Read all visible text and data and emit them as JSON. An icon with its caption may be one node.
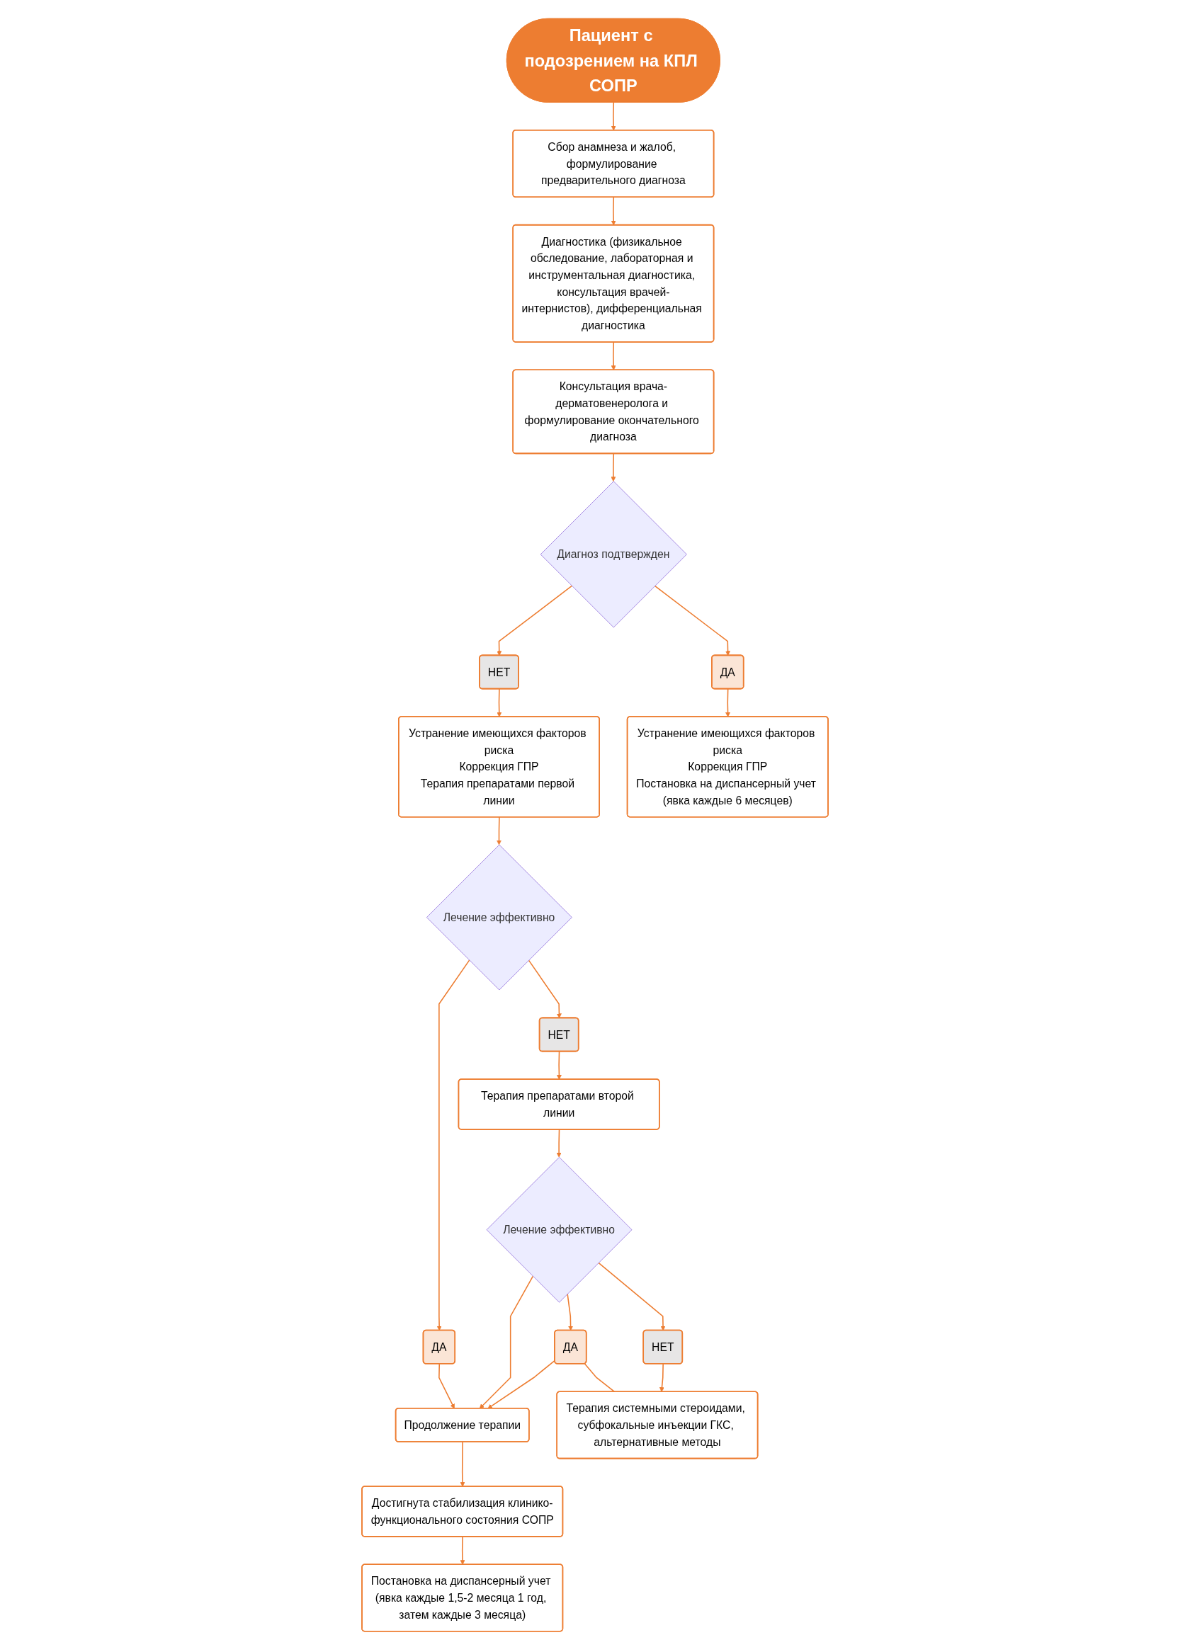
{
  "diagram": {
    "nodes": [
      {
        "text": [
          "Пациент с подозрением на КПЛ СОПР"
        ]
      },
      {
        "text": [
          "Сбор анамнеза и жалоб, формулирование предварительного диагноза"
        ]
      },
      {
        "text": [
          "Диагностика (физикальное обследование, лабораторная и инструментальная диагностика, консультация врачей-интернистов), дифференциальная диагностика"
        ]
      },
      {
        "text": [
          "Консультация врача-дерматовенеролога и формулирование окончательного диагноза"
        ]
      },
      {
        "text": [
          "Диагноз подтвержден"
        ]
      },
      {
        "text": [
          "НЕТ"
        ]
      },
      {
        "text": [
          "ДА"
        ]
      },
      {
        "text": [
          "Устранение имеющихся факторов риска",
          "Коррекция ГПР",
          "Терапия препаратами первой линии"
        ]
      },
      {
        "text": [
          "Устранение имеющихся факторов риска",
          "Коррекция ГПР",
          "Постановка на диспансерный учет (явка каждые 6 месяцев)"
        ]
      },
      {
        "text": [
          "Лечение эффективно"
        ]
      },
      {
        "text": [
          "ДА"
        ]
      },
      {
        "text": [
          "НЕТ"
        ]
      },
      {
        "text": [
          "Продолжение терапии"
        ]
      },
      {
        "text": [
          "Достигнута стабилизация клинико-функционального состояния СОПР"
        ]
      },
      {
        "text": [
          "Терапия препаратами второй линии"
        ]
      },
      {
        "text": [
          "Лечение эффективно"
        ]
      },
      {
        "text": [
          "ДА"
        ]
      },
      {
        "text": [
          "Постановка на диспансерный учет (явка каждые 1,5-2 месяца 1 год, затем каждые 3 месяца)"
        ]
      },
      {
        "text": [
          "НЕТ"
        ]
      },
      {
        "text": [
          "Терапия системными стероидами, субфокальные инъекции ГКС, альтернативные методы"
        ]
      }
    ],
    "edges": [
      {
        "from": 0,
        "to": 1,
        "arrow": "to"
      },
      {
        "from": 1,
        "to": 2,
        "arrow": "to"
      },
      {
        "from": 2,
        "to": 3,
        "arrow": "to"
      },
      {
        "from": 3,
        "to": 4,
        "arrow": "to"
      },
      {
        "from": 4,
        "to": 5,
        "arrow": "to"
      },
      {
        "from": 4,
        "to": 6,
        "arrow": "to"
      },
      {
        "from": 5,
        "to": 7,
        "arrow": "to"
      },
      {
        "from": 6,
        "to": 8,
        "arrow": "to"
      },
      {
        "from": 7,
        "to": 9,
        "arrow": "to"
      },
      {
        "from": 9,
        "to": 10,
        "arrow": "to"
      },
      {
        "from": 9,
        "to": 11,
        "arrow": "to"
      },
      {
        "from": 10,
        "to": 12,
        "arrow": "to"
      },
      {
        "from": 12,
        "to": 13,
        "arrow": "to"
      },
      {
        "from": 13,
        "to": 17,
        "arrow": "to"
      },
      {
        "from": 11,
        "to": 14,
        "arrow": "to"
      },
      {
        "from": 14,
        "to": 15,
        "arrow": "to"
      },
      {
        "from": 15,
        "to": 16,
        "arrow": "to"
      },
      {
        "from": 15,
        "to": 12,
        "arrow": "to"
      },
      {
        "from": 16,
        "to": 12,
        "arrow": "to"
      },
      {
        "from": 16,
        "to": 19,
        "arrow": "none"
      },
      {
        "from": 15,
        "to": 18,
        "arrow": "to"
      },
      {
        "from": 18,
        "to": 19,
        "arrow": "to"
      }
    ]
  }
}
